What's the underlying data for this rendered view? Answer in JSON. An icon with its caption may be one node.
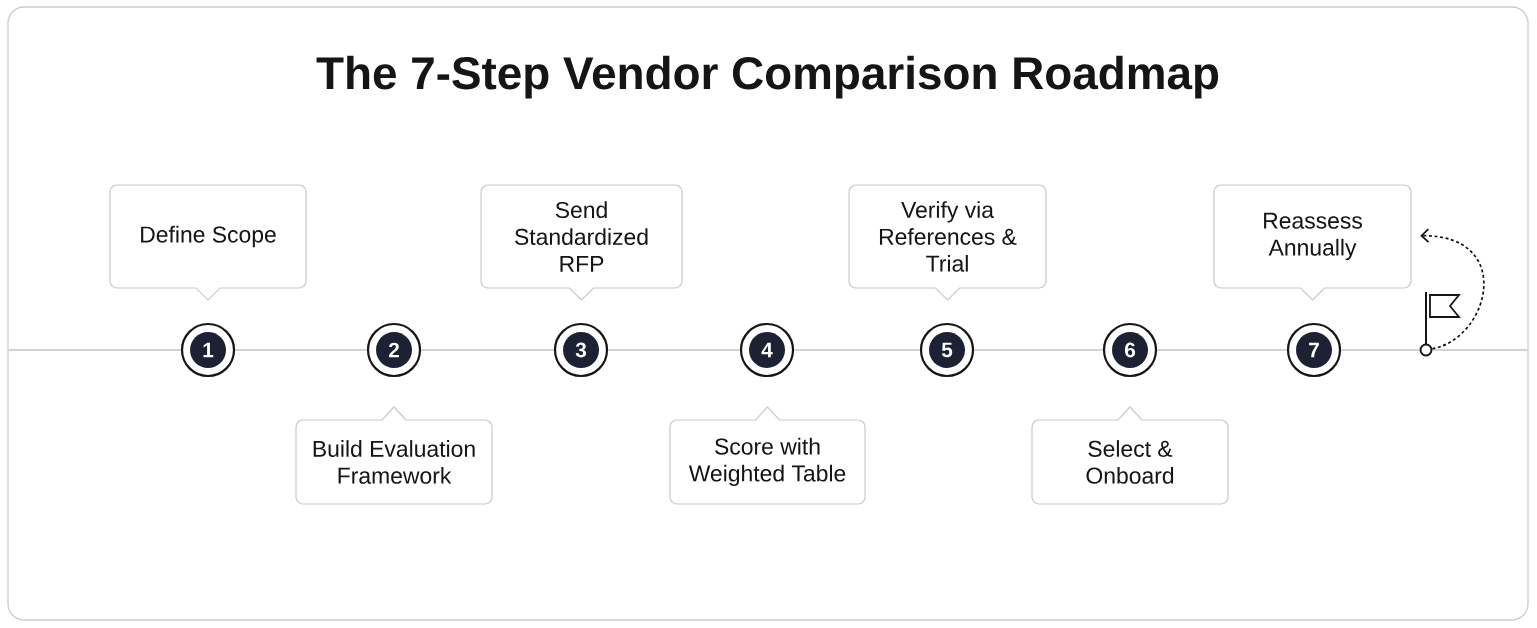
{
  "diagram": {
    "title": "The 7-Step Vendor Comparison Roadmap",
    "nodes": [
      {
        "text": [
          "Define Scope"
        ]
      },
      {
        "text": [
          "1"
        ]
      },
      {
        "text": [
          "Build Evaluation Framework"
        ]
      },
      {
        "text": [
          "2"
        ]
      },
      {
        "text": [
          "Send Standardized RFP"
        ]
      },
      {
        "text": [
          "3"
        ]
      },
      {
        "text": [
          "Score with Weighted Table"
        ]
      },
      {
        "text": [
          "4"
        ]
      },
      {
        "text": [
          "Verify via References & Trial"
        ]
      },
      {
        "text": [
          "5"
        ]
      },
      {
        "text": [
          "Select & Onboard"
        ]
      },
      {
        "text": [
          "6"
        ]
      },
      {
        "text": [
          "Reassess Annually"
        ]
      },
      {
        "text": [
          "7"
        ]
      },
      {
        "text": [],
        "shape": "flag"
      }
    ],
    "edges": [
      {
        "from": null,
        "to": 1,
        "arrow": "none"
      },
      {
        "from": 1,
        "to": 3,
        "arrow": "none"
      },
      {
        "from": 3,
        "to": 5,
        "arrow": "none"
      },
      {
        "from": 5,
        "to": 7,
        "arrow": "none"
      },
      {
        "from": 7,
        "to": 9,
        "arrow": "none"
      },
      {
        "from": 9,
        "to": 11,
        "arrow": "none"
      },
      {
        "from": 11,
        "to": 13,
        "arrow": "none"
      },
      {
        "from": 13,
        "to": 14,
        "arrow": "none"
      },
      {
        "from": 14,
        "to": null,
        "arrow": "none"
      },
      {
        "from": 14,
        "to": 12,
        "arrow": "to",
        "style": "dashed",
        "color": "#111111"
      }
    ]
  }
}
